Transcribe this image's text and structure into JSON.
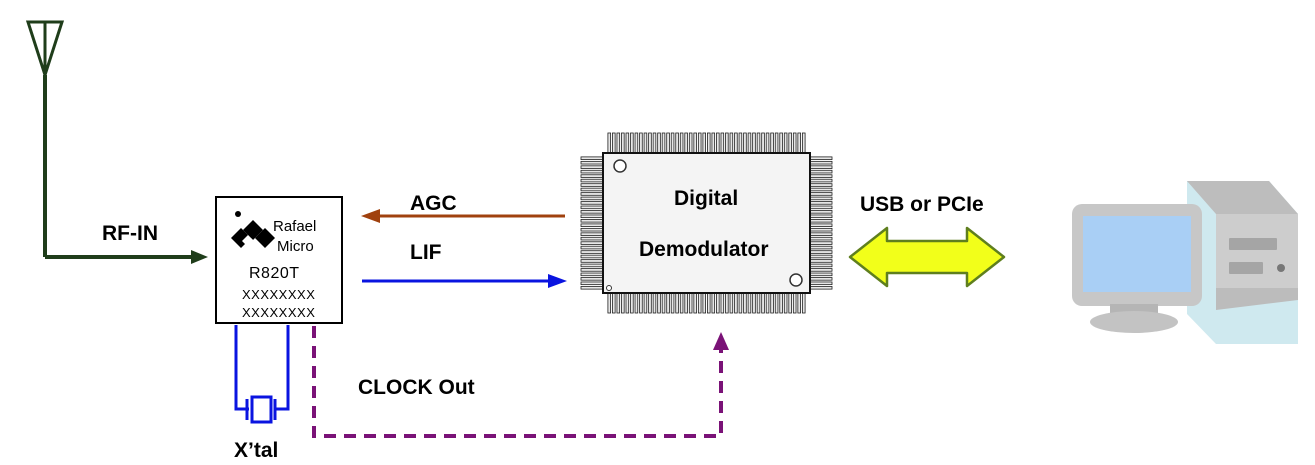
{
  "labels": {
    "rf_in": "RF-IN",
    "agc": "AGC",
    "lif": "LIF",
    "clock_out": "CLOCK Out",
    "xtal": "X’tal",
    "usb_pcie": "USB or PCIe",
    "demod_line1": "Digital",
    "demod_line2": "Demodulator"
  },
  "tuner": {
    "brand_line1": "Rafael",
    "brand_line2": "Micro",
    "model": "R820T",
    "serial1": "XXXXXXXX",
    "serial2": "XXXXXXXX"
  },
  "colors": {
    "rf_line": "#1f3d1a",
    "agc_arrow": "#a0410e",
    "lif_arrow": "#0a14e0",
    "clock_line": "#7a1277",
    "xtal_wire": "#0a14e0",
    "usb_arrow_fill": "#f2ff1a",
    "usb_arrow_stroke": "#5f7f1e",
    "chip_fill": "#f4f4f4",
    "monitor_screen": "#a9cff5",
    "pc_gray": "#c4c4c4"
  },
  "icons": [
    "antenna-icon",
    "crystal-icon",
    "qfp-chip-icon",
    "desktop-computer-icon",
    "rafael-micro-logo-icon"
  ]
}
